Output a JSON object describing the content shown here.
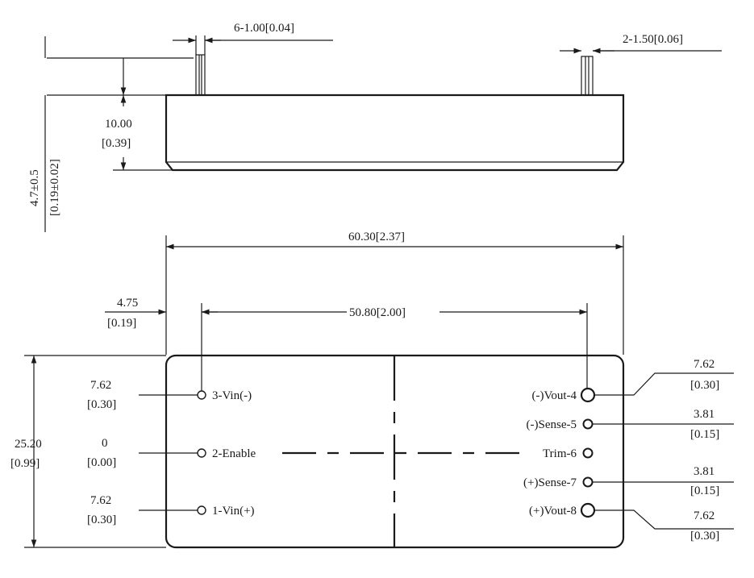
{
  "side_view": {
    "pin_spec_left": "6-1.00[0.04]",
    "pin_spec_right": "2-1.50[0.06]",
    "height": "10.00",
    "height_in": "[0.39]",
    "pin_length": "4.7±0.5",
    "pin_length_in": "[0.19±0.02]"
  },
  "top_view": {
    "overall_width": "60.30[2.37]",
    "pin_row_spacing": "50.80[2.00]",
    "edge_offset": "4.75",
    "edge_offset_in": "[0.19]",
    "overall_height": "25.20",
    "overall_height_in": "[0.99]",
    "left_pins": [
      {
        "label": "3-Vin(-)",
        "dim": "7.62",
        "dim_in": "[0.30]"
      },
      {
        "label": "2-Enable",
        "dim": "0",
        "dim_in": "[0.00]"
      },
      {
        "label": "1-Vin(+)",
        "dim": "7.62",
        "dim_in": "[0.30]"
      }
    ],
    "right_pins": [
      {
        "label": "(-)Vout-4"
      },
      {
        "label": "(-)Sense-5"
      },
      {
        "label": "Trim-6"
      },
      {
        "label": "(+)Sense-7"
      },
      {
        "label": "(+)Vout-8"
      }
    ],
    "right_dims": [
      {
        "dim": "7.62",
        "dim_in": "[0.30]"
      },
      {
        "dim": "3.81",
        "dim_in": "[0.15]"
      },
      {
        "dim": "3.81",
        "dim_in": "[0.15]"
      },
      {
        "dim": "7.62",
        "dim_in": "[0.30]"
      }
    ]
  }
}
